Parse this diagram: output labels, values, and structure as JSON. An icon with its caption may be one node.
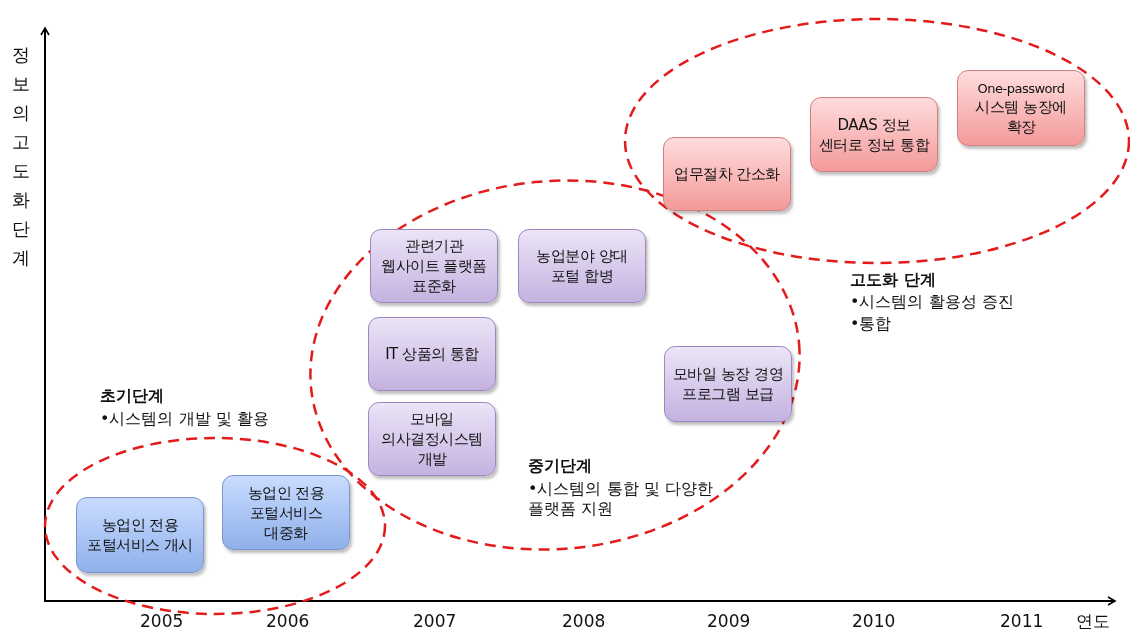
{
  "diagram": {
    "nodes": [
      {
        "text": [
          "농업인 전용 포털서비스 개시"
        ]
      },
      {
        "text": [
          "농업인 전용 포털서비스 대중화"
        ]
      },
      {
        "text": [
          "관련기관 웹사이트 플랫폼 표준화"
        ]
      },
      {
        "text": [
          "IT 상품의 통합"
        ]
      },
      {
        "text": [
          "모바일 의사결정시스템 개발"
        ]
      },
      {
        "text": [
          "농업분야 양대 포털 합병"
        ]
      },
      {
        "text": [
          "모바일 농장 경영 프로그램 보급"
        ]
      },
      {
        "text": [
          "업무절차 간소화"
        ]
      },
      {
        "text": [
          "DAAS 정보 센터로 정보 통합"
        ]
      },
      {
        "text": [
          "One-password",
          "시스템 농장에 확장"
        ]
      }
    ],
    "labels": [
      "정보의 고도화 단계",
      "고도화 단계",
      "•시스템의 활용성 증진",
      "•통합",
      "초기단계",
      "•시스템의 개발 및 활용",
      "중기단계",
      "•시스템의 통합 및 다양한 플랫폼 지원",
      "2005",
      "2006",
      "2007",
      "2008",
      "2009",
      "2010",
      "2011",
      "연도"
    ]
  }
}
